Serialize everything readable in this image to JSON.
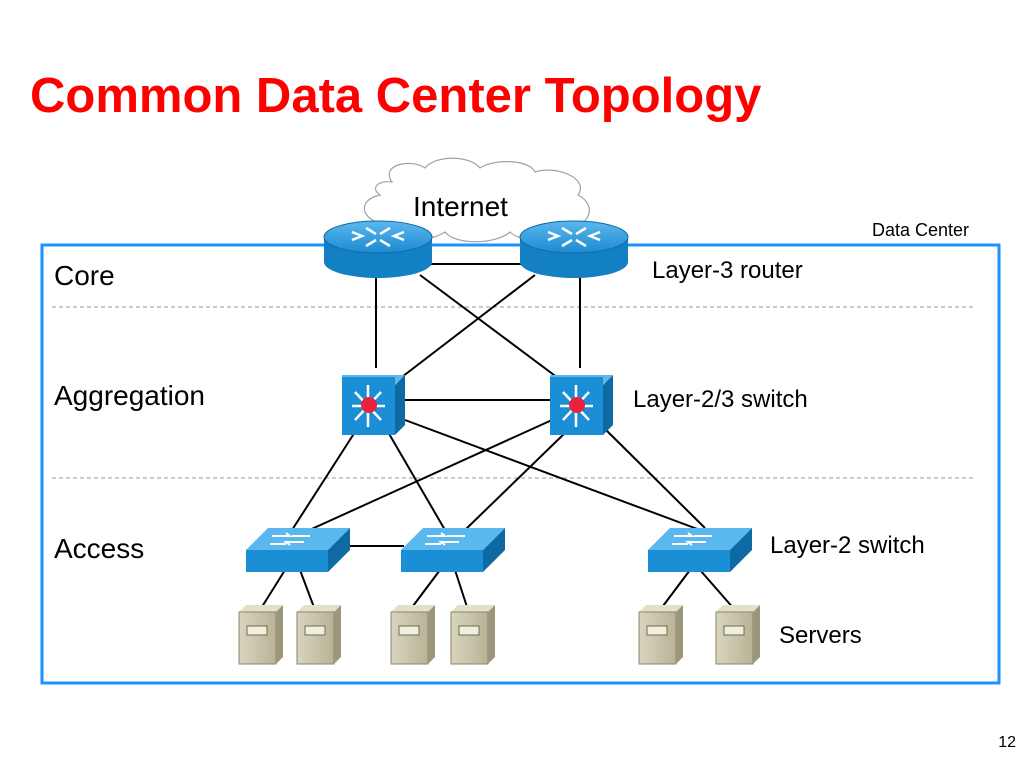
{
  "title": "Common Data Center Topology",
  "page_number": "12",
  "cloud_label": "Internet",
  "frame_label": "Data Center",
  "layers": {
    "core": "Core",
    "aggregation": "Aggregation",
    "access": "Access"
  },
  "legend": {
    "router": "Layer-3 router",
    "l23_switch": "Layer-2/3 switch",
    "l2_switch": "Layer-2 switch",
    "servers": "Servers"
  },
  "colors": {
    "title": "#ff0000",
    "frame": "#1e90ff",
    "device_blue": "#1a8fd6",
    "server_tan": "#c8c3a8"
  },
  "icons": [
    "cloud-icon",
    "router-icon",
    "multilayer-switch-icon",
    "workgroup-switch-icon",
    "server-icon"
  ]
}
